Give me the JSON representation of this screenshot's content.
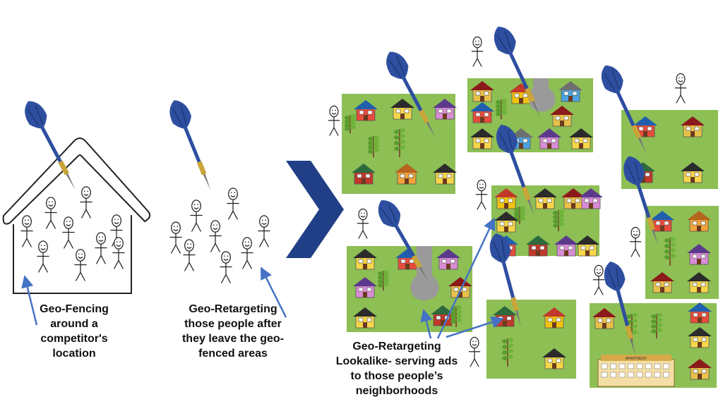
{
  "captions": {
    "geofencing": [
      "Geo-Fencing",
      "around a",
      "competitor's",
      "location"
    ],
    "retargeting": [
      "Geo-Retargeting",
      "those people after",
      "they leave the geo-",
      "fenced areas"
    ],
    "lookalike": [
      "Geo-Retargeting",
      "Lookalike- serving ads",
      "to those people’s",
      "neighborhoods"
    ]
  },
  "signage": {
    "apartment_label": "APARTMENT"
  },
  "colors": {
    "lawn": "#8dbf55",
    "dart_blue": "#2e4fa0",
    "chevron": "#213f86",
    "pointer_arrow": "#4472c4"
  }
}
